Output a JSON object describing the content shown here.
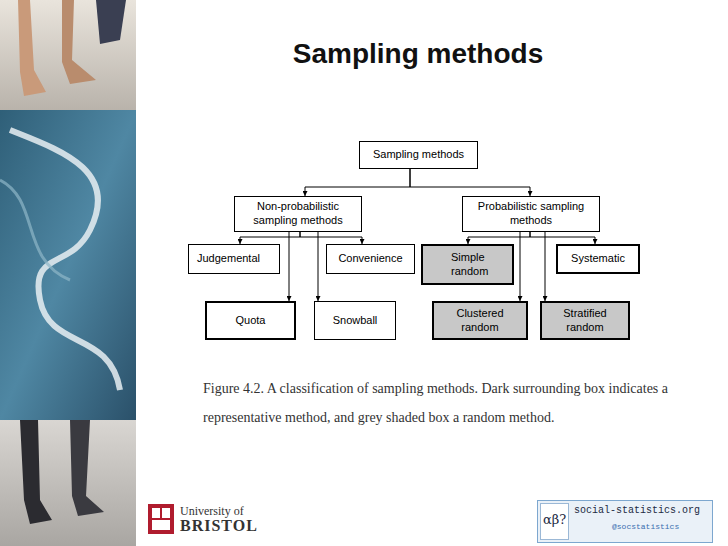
{
  "diagram": {
    "title": "Sampling methods",
    "caption": "Figure 4.2. A classification of sampling methods. Dark surrounding box indicates a representative method, and grey shaded box a random method.",
    "nodes": [
      {
        "text": [
          "Sampling methods"
        ]
      },
      {
        "text": [
          "Non-probabilistic sampling methods"
        ]
      },
      {
        "text": [
          "Probabilistic sampling methods"
        ]
      },
      {
        "text": [
          "Judgemental"
        ]
      },
      {
        "text": [
          "Convenience"
        ]
      },
      {
        "text": [
          "Simple random"
        ]
      },
      {
        "text": [
          "Systematic"
        ]
      },
      {
        "text": [
          "Quota"
        ]
      },
      {
        "text": [
          "Snowball"
        ]
      },
      {
        "text": [
          "Clustered random"
        ]
      },
      {
        "text": [
          "Stratified random"
        ]
      }
    ],
    "edges": [
      {
        "from": 0,
        "to": 1,
        "arrow": "to"
      },
      {
        "from": 0,
        "to": 2,
        "arrow": "to"
      },
      {
        "from": 1,
        "to": 3,
        "arrow": "to"
      },
      {
        "from": 1,
        "to": 4,
        "arrow": "to"
      },
      {
        "from": 1,
        "to": 7,
        "arrow": "to"
      },
      {
        "from": 1,
        "to": 8,
        "arrow": "to"
      },
      {
        "from": 2,
        "to": 5,
        "arrow": "to"
      },
      {
        "from": 2,
        "to": 6,
        "arrow": "to"
      },
      {
        "from": 2,
        "to": 9,
        "arrow": "to"
      },
      {
        "from": 2,
        "to": 10,
        "arrow": "to"
      }
    ],
    "labels": [
      "University of",
      "BRISTOL",
      "αβ?",
      "social-statistics.org",
      "@socstatistics"
    ]
  }
}
